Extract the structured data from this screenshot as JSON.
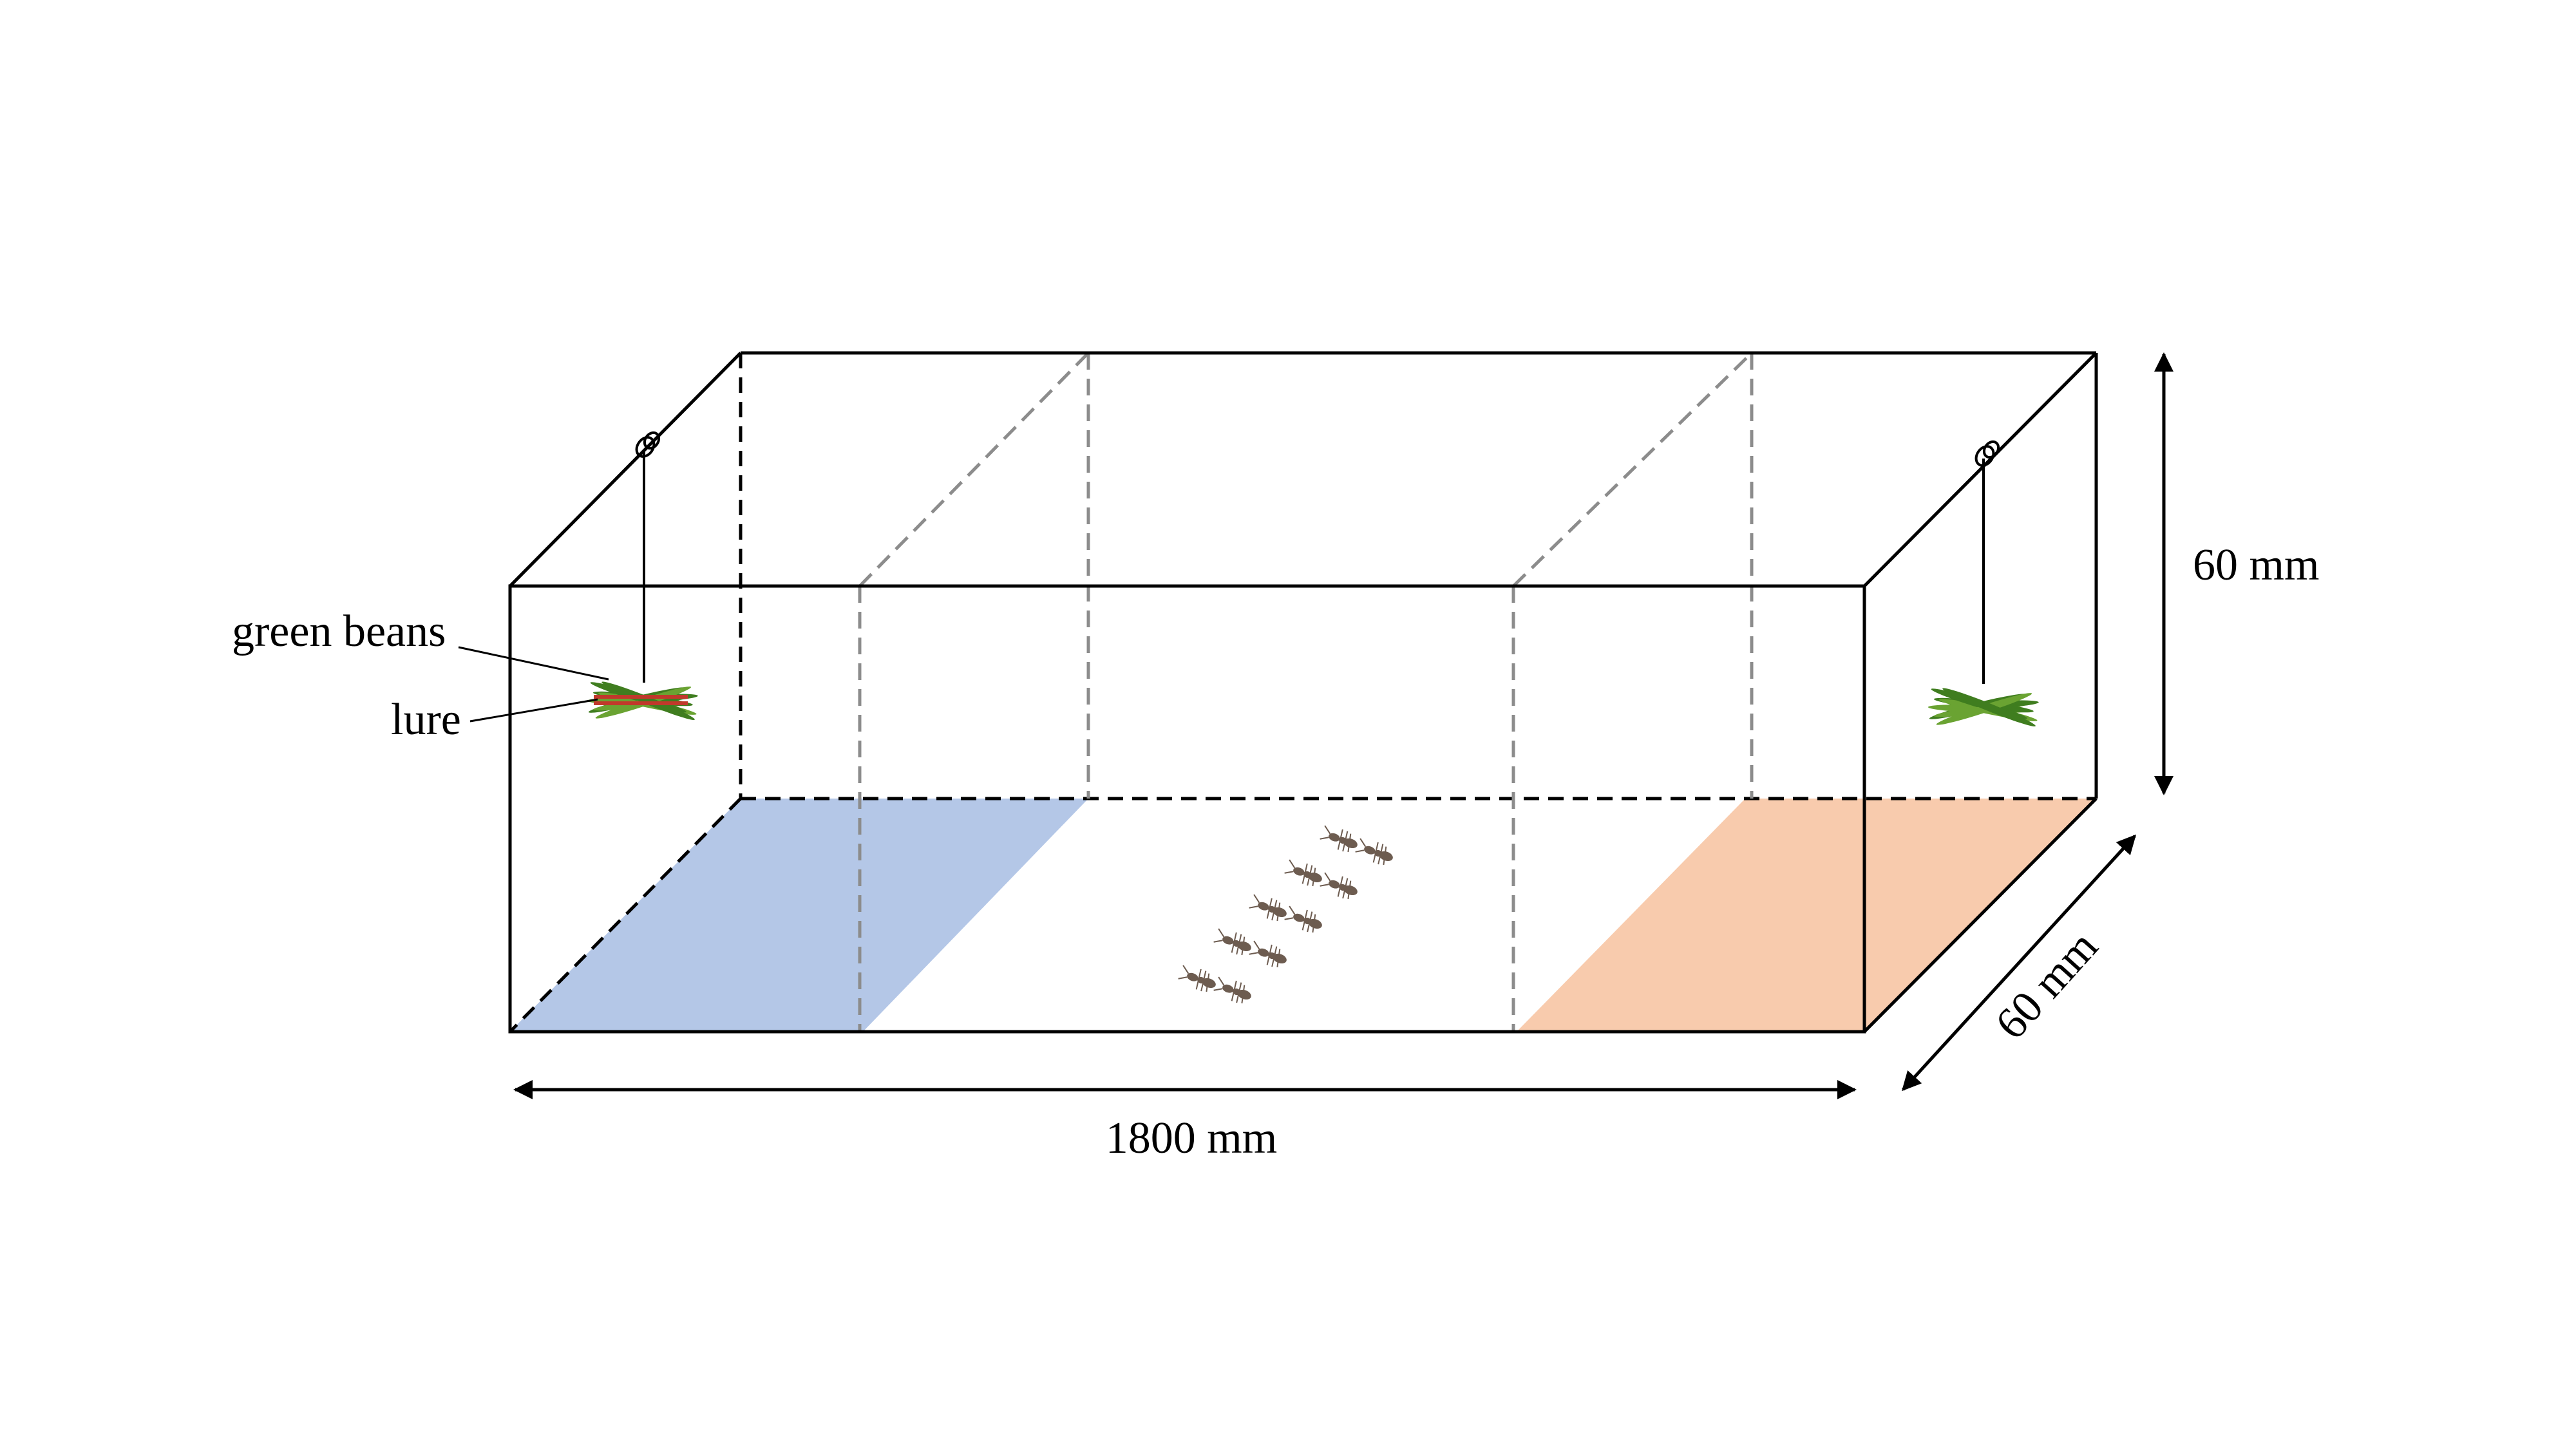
{
  "labels": {
    "green_beans": "green beans",
    "lure": "lure",
    "length": "1800 mm",
    "height": "60 mm",
    "depth": "60 mm"
  },
  "colors": {
    "left_zone": "#b4c7e7",
    "right_zone": "#f8cbad",
    "outline": "#000000",
    "divider": "#8c8c8c",
    "bean": "#6aa332",
    "bean_dark": "#3f7d1f",
    "lure": "#c0392b",
    "insect": "#6d5c50"
  },
  "icons": {
    "bean_bundle": "green-bean-bundle-icon",
    "hanger": "hook-knot-icon",
    "insect": "ant-icon"
  }
}
